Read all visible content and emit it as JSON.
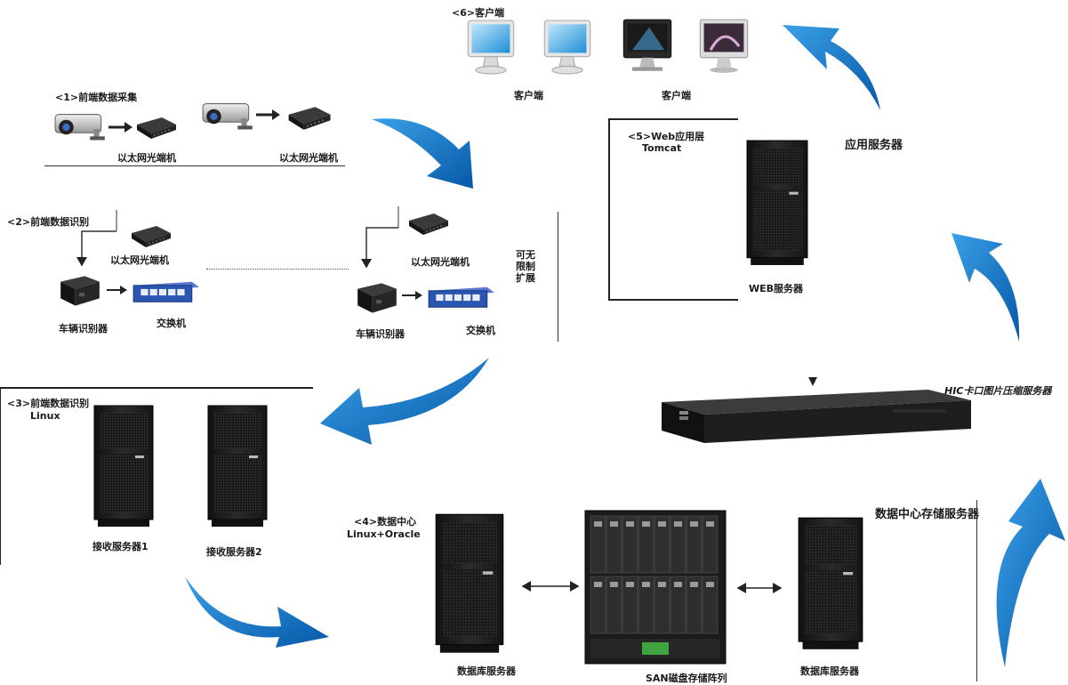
{
  "sections": {
    "s1_title": "<1>前端数据采集",
    "s2_title": "<2>前端数据识别",
    "s3_title": "<3>前端数据识别",
    "s3_sub": "Linux",
    "s4_title": "<4>数据中心",
    "s4_sub": "Linux+Oracle",
    "s5_title": "<5>Web应用层",
    "s5_sub": "Tomcat",
    "s6_title": "<6>客户端"
  },
  "labels": {
    "ethernet_1": "以太网光端机",
    "ethernet_2": "以太网光端机",
    "ethernet_3": "以太网光端机",
    "ethernet_4": "以太网光端机",
    "vehicle_1": "车辆识别器",
    "vehicle_2": "车辆识别器",
    "switch_1": "交换机",
    "switch_2": "交换机",
    "expand_1": "可无",
    "expand_2": "限制",
    "expand_3": "扩展",
    "recv_1": "接收服务器1",
    "recv_2": "接收服务器2",
    "db_1": "数据库服务器",
    "db_2": "数据库服务器",
    "san": "SAN磁盘存储阵列",
    "dc_storage": "数据中心存储服务器",
    "hic": "HIC卡口图片压缩服务器",
    "app_server": "应用服务器",
    "web_server": "WEB服务器",
    "client_1": "客户端",
    "client_2": "客户端"
  },
  "icons": {
    "camera": "camera-icon",
    "converter": "fiber-converter-icon",
    "switch": "network-switch-icon",
    "recognizer": "vehicle-recognizer-icon",
    "tower": "tower-server-icon",
    "rack": "rack-server-icon",
    "blade": "san-blade-enclosure-icon",
    "monitor": "monitor-icon"
  },
  "colors": {
    "arrow_blue": "#0a6bc0",
    "server_dark": "#1c1c1c",
    "switch_blue": "#2a55b0"
  }
}
